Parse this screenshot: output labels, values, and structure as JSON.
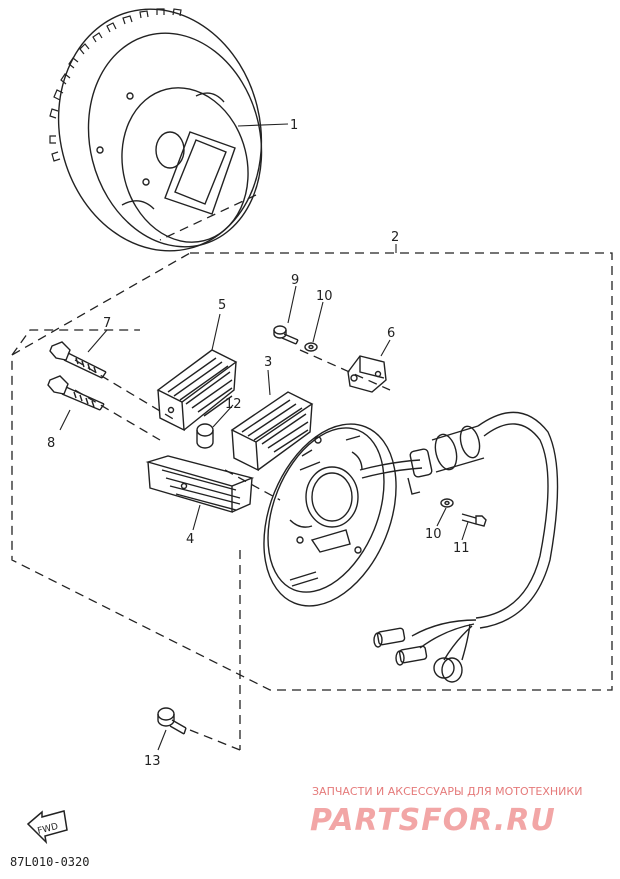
{
  "callouts": [
    "1",
    "2",
    "3",
    "4",
    "5",
    "6",
    "7",
    "8",
    "9",
    "10",
    "10",
    "11",
    "12",
    "13"
  ],
  "fwd_label": "FWD",
  "drawing_code": "87L010-0320",
  "watermark": {
    "line1": "ЗАПЧАСТИ И АКСЕССУАРЫ ДЛЯ МОТОТЕХНИКИ",
    "line2": "PARTSFOR.RU"
  }
}
